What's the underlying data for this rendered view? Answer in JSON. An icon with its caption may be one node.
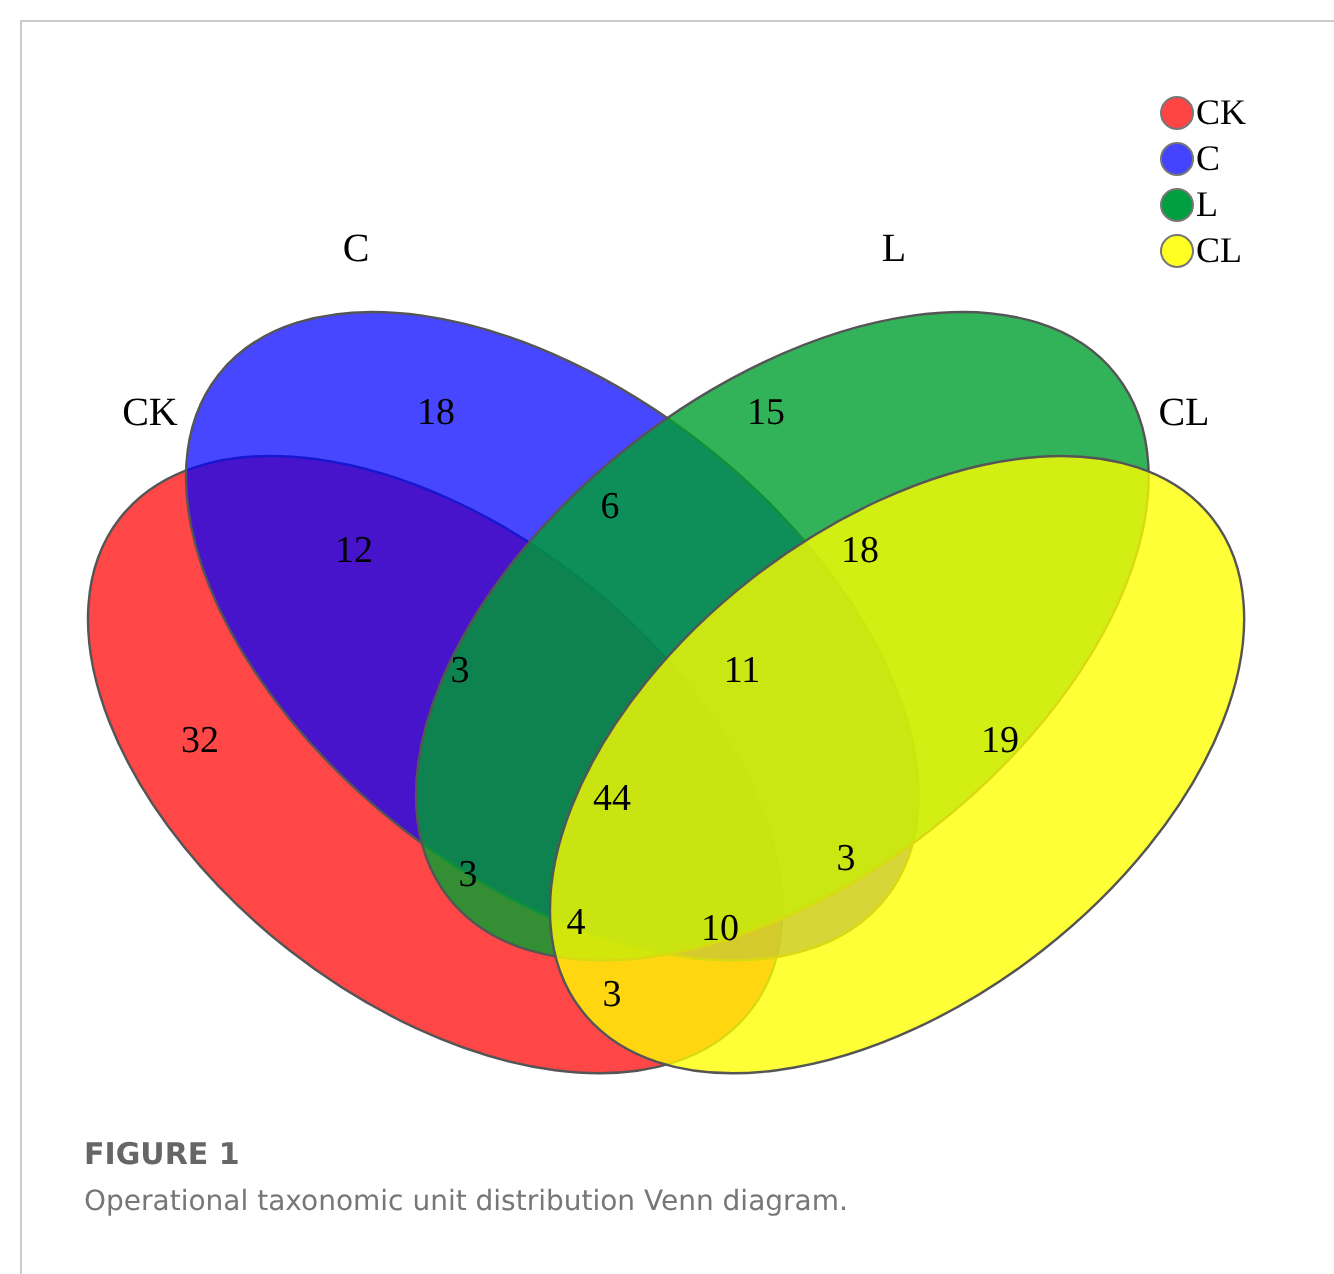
{
  "diagram": {
    "title": "FIGURE 1",
    "caption": "Operational taxonomic unit distribution Venn diagram.",
    "nodes": [
      {
        "text": [
          "CK"
        ]
      },
      {
        "text": [
          "C"
        ]
      },
      {
        "text": [
          "L"
        ]
      },
      {
        "text": [
          "CL"
        ]
      }
    ],
    "labels": [
      "18",
      "15",
      "6",
      "12",
      "18",
      "3",
      "11",
      "32",
      "44",
      "19",
      "3",
      "3",
      "4",
      "10",
      "3"
    ],
    "legend": [
      {
        "text": "CK",
        "color": "#ff4444"
      },
      {
        "text": "C",
        "color": "#4444ff"
      },
      {
        "text": "L",
        "color": "#00a040"
      },
      {
        "text": "CL",
        "color": "#ffff22"
      }
    ]
  }
}
